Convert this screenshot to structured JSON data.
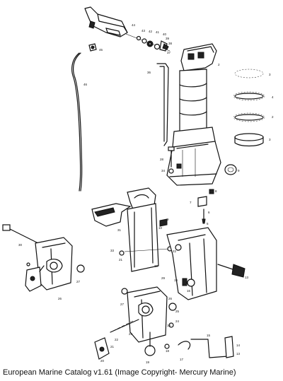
{
  "caption": "European Marine Catalog v1.61 (Image Copyright- Mercury Marine)",
  "callouts": {
    "c44": "44",
    "c43": "43",
    "c42": "42",
    "c41": "41",
    "c40": "40",
    "c39": "39",
    "c38": "38",
    "c37": "37",
    "c45": "45",
    "c36": "36",
    "c46": "46",
    "c3a": "3",
    "c2a": "2",
    "c4": "4",
    "c3b": "3",
    "c2b": "2",
    "c28": "28",
    "c34": "34",
    "c8": "8",
    "c7": "7",
    "c6": "6",
    "c5": "5",
    "c9": "9",
    "c10": "10",
    "c31": "31",
    "c33": "33",
    "c21": "21",
    "c22": "22",
    "c30a": "30",
    "c29": "29",
    "c19": "19",
    "c16": "16",
    "c30b": "30",
    "c27a": "27",
    "c27b": "27",
    "c26a": "26",
    "c18": "18",
    "c20": "20",
    "c26b": "26",
    "c25": "25",
    "c24": "24",
    "c23": "23",
    "c22b": "22",
    "c21b": "21",
    "c20b": "20",
    "c19b": "19",
    "c17": "17",
    "c15": "15",
    "c14": "14",
    "c13": "13"
  }
}
